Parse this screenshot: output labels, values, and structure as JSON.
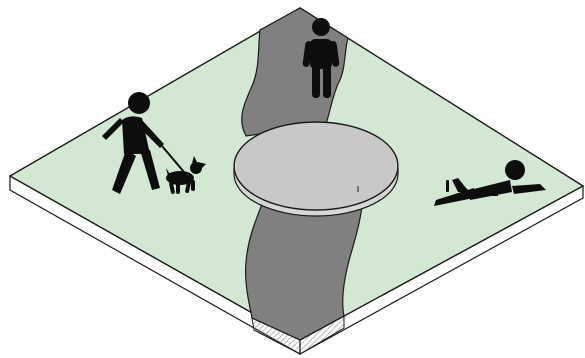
{
  "scene": {
    "colors": {
      "background": "#ffffff",
      "lawn": "#d3e8d2",
      "lawn_edge": "#1a1a1a",
      "slab_side": "#ffffff",
      "path": "#808080",
      "path_shadow": "#5a5a5a",
      "plaza": "#c8c8c8",
      "plaza_edge": "#1a1a1a",
      "figure": "#0d0d0d",
      "hatch": "#9a9a9a"
    },
    "figures": [
      {
        "name": "standing-person",
        "icon": "standing-person-icon"
      },
      {
        "name": "person-walking-dog",
        "icon": "person-walking-dog-icon"
      },
      {
        "name": "dog",
        "icon": "dog-icon"
      },
      {
        "name": "person-lying-reading",
        "icon": "person-lying-with-laptop-icon"
      }
    ],
    "elements": [
      "lawn-slab",
      "path",
      "circular-plaza"
    ]
  }
}
